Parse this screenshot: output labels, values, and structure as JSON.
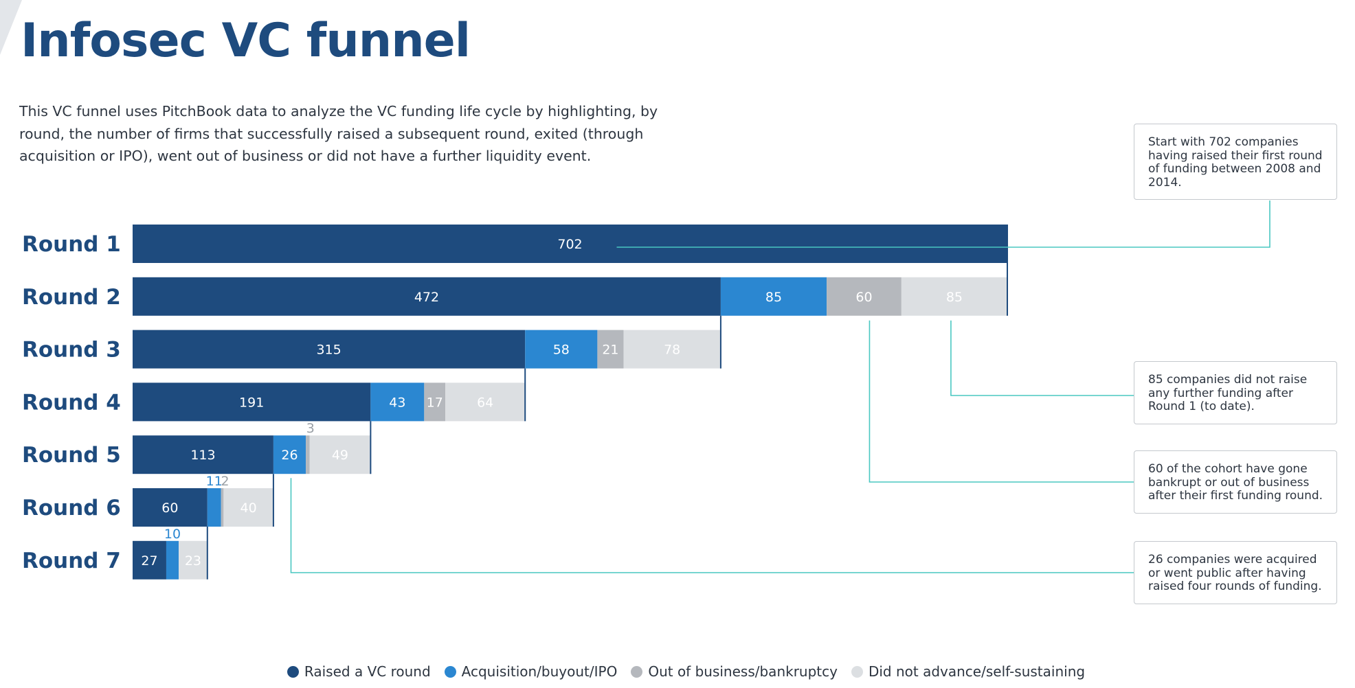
{
  "page": {
    "title": "Infosec VC funnel",
    "subtitle_lines": [
      "This VC funnel uses PitchBook data to analyze the VC funding life cycle by highlighting, by",
      "round, the number of firms that successfully raised a subsequent round, exited (through",
      "acquisition or IPO), went out of business or did not have a further liquidity event."
    ]
  },
  "colors": {
    "raised": "#1e4b7e",
    "acquisition": "#2b87d1",
    "out_of_business": "#b5b8bd",
    "did_not_advance": "#dcdfe2",
    "connector": "#49c7c1",
    "title": "#1e4b7e"
  },
  "chart_data": {
    "type": "bar",
    "orientation": "horizontal",
    "stacked": true,
    "xlim": [
      0,
      702
    ],
    "categories": [
      "Round 1",
      "Round 2",
      "Round 3",
      "Round 4",
      "Round 5",
      "Round 6",
      "Round 7"
    ],
    "series": [
      {
        "name": "Raised a VC round",
        "values": [
          702,
          472,
          315,
          191,
          113,
          60,
          27
        ]
      },
      {
        "name": "Acquisition/buyout/IPO",
        "values": [
          0,
          85,
          58,
          43,
          26,
          11,
          10
        ]
      },
      {
        "name": "Out of business/bankruptcy",
        "values": [
          0,
          60,
          21,
          17,
          3,
          2,
          0
        ]
      },
      {
        "name": "Did not advance/self-sustaining",
        "values": [
          0,
          85,
          78,
          64,
          49,
          40,
          23
        ]
      }
    ],
    "legend": "bottom",
    "grid": false
  },
  "callouts": [
    {
      "text": "Start with 702 companies having raised their first round of funding between 2008 and 2014."
    },
    {
      "text": "85 companies did not raise any further funding after Round 1 (to date)."
    },
    {
      "text": "60 of the cohort have gone bankrupt or out of business after their first funding round."
    },
    {
      "text": "26 companies were acquired or went public after having raised four rounds of funding."
    }
  ]
}
